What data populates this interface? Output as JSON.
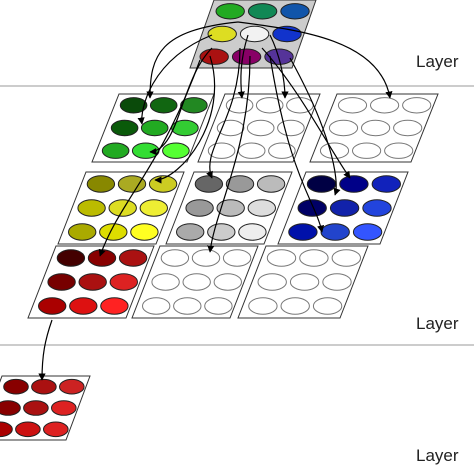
{
  "layers": [
    {
      "label": "Layer"
    },
    {
      "label": "Layer"
    },
    {
      "label": "Layer"
    }
  ],
  "top_grid": {
    "fill": "#cccccc",
    "colors": [
      "#22aa22",
      "#118855",
      "#1155aa",
      "#dddd22",
      "#f2f2f2",
      "#1133cc",
      "#aa1111",
      "#880066",
      "#553399"
    ]
  },
  "grids": [
    {
      "name": "green",
      "fill": "#ffffff",
      "colors": [
        "#0a4a0a",
        "#116611",
        "#228822",
        "#0a5a0a",
        "#22aa22",
        "#33cc33",
        "#22aa22",
        "#33dd33",
        "#55ff33"
      ]
    },
    {
      "name": "empty-1",
      "fill": "#ffffff",
      "colors": []
    },
    {
      "name": "empty-2",
      "fill": "#ffffff",
      "colors": []
    },
    {
      "name": "yellow",
      "fill": "#ffffff",
      "colors": [
        "#888800",
        "#aaaa22",
        "#cccc22",
        "#bbbb00",
        "#dddd22",
        "#eeee33",
        "#aaaa00",
        "#dddd00",
        "#ffff22"
      ]
    },
    {
      "name": "gray",
      "fill": "#ffffff",
      "colors": [
        "#666666",
        "#999999",
        "#bbbbbb",
        "#999999",
        "#bbbbbb",
        "#dddddd",
        "#aaaaaa",
        "#cccccc",
        "#eeeeee"
      ]
    },
    {
      "name": "blue",
      "fill": "#ffffff",
      "colors": [
        "#000044",
        "#000088",
        "#1122bb",
        "#000066",
        "#1122aa",
        "#2244dd",
        "#0011aa",
        "#2244cc",
        "#3355ff"
      ]
    },
    {
      "name": "red",
      "fill": "#ffffff",
      "colors": [
        "#440000",
        "#880000",
        "#aa1111",
        "#770000",
        "#aa1111",
        "#dd2222",
        "#aa0000",
        "#dd1111",
        "#ff2222"
      ]
    },
    {
      "name": "empty-3",
      "fill": "#ffffff",
      "colors": []
    },
    {
      "name": "empty-4",
      "fill": "#ffffff",
      "colors": []
    },
    {
      "name": "bottom-red",
      "fill": "#ffffff",
      "colors": [
        "#880000",
        "#aa1111",
        "#cc2222",
        "#880000",
        "#aa1111",
        "#dd2222",
        "#aa0000",
        "#cc1111",
        "#dd2222"
      ]
    }
  ],
  "colors": {
    "line": "#000000",
    "separator": "#999999",
    "empty_ellipse_stroke": "#777777"
  }
}
